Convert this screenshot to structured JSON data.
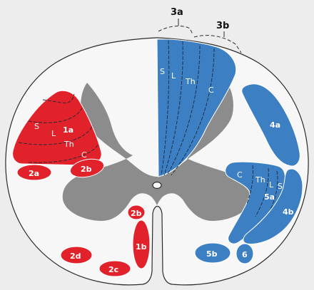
{
  "colors": {
    "background": "#ededed",
    "cord_white_matter": "#f7f7f7",
    "outline": "#2b2b2b",
    "gray_matter": "#8c8c8c",
    "descending_tracts": "#e2222a",
    "ascending_tracts": "#3c7fc3",
    "lamination_lines": "#1f2a3a"
  },
  "top_labels": {
    "a": "3a",
    "b": "3b"
  },
  "red_tracts": {
    "big_number": "1a",
    "laminae": {
      "s": "S",
      "l": "L",
      "th": "Th",
      "c": "C"
    },
    "small_2a": "2a",
    "small_2b_left": "2b",
    "ventral_2b": "2b",
    "ventral_1b": "1b",
    "ventral_2d": "2d",
    "ventral_2c": "2c"
  },
  "blue_tracts": {
    "dorsal_laminae": {
      "s": "S",
      "l": "L",
      "th": "Th",
      "c": "C"
    },
    "lateral_4a": "4a",
    "lat5_laminae": {
      "c": "C",
      "th": "Th",
      "l": "L",
      "s": "S"
    },
    "lat5_number": "5a",
    "lateral_4b": "4b",
    "ventral_5b": "5b",
    "ventral_6": "6"
  }
}
